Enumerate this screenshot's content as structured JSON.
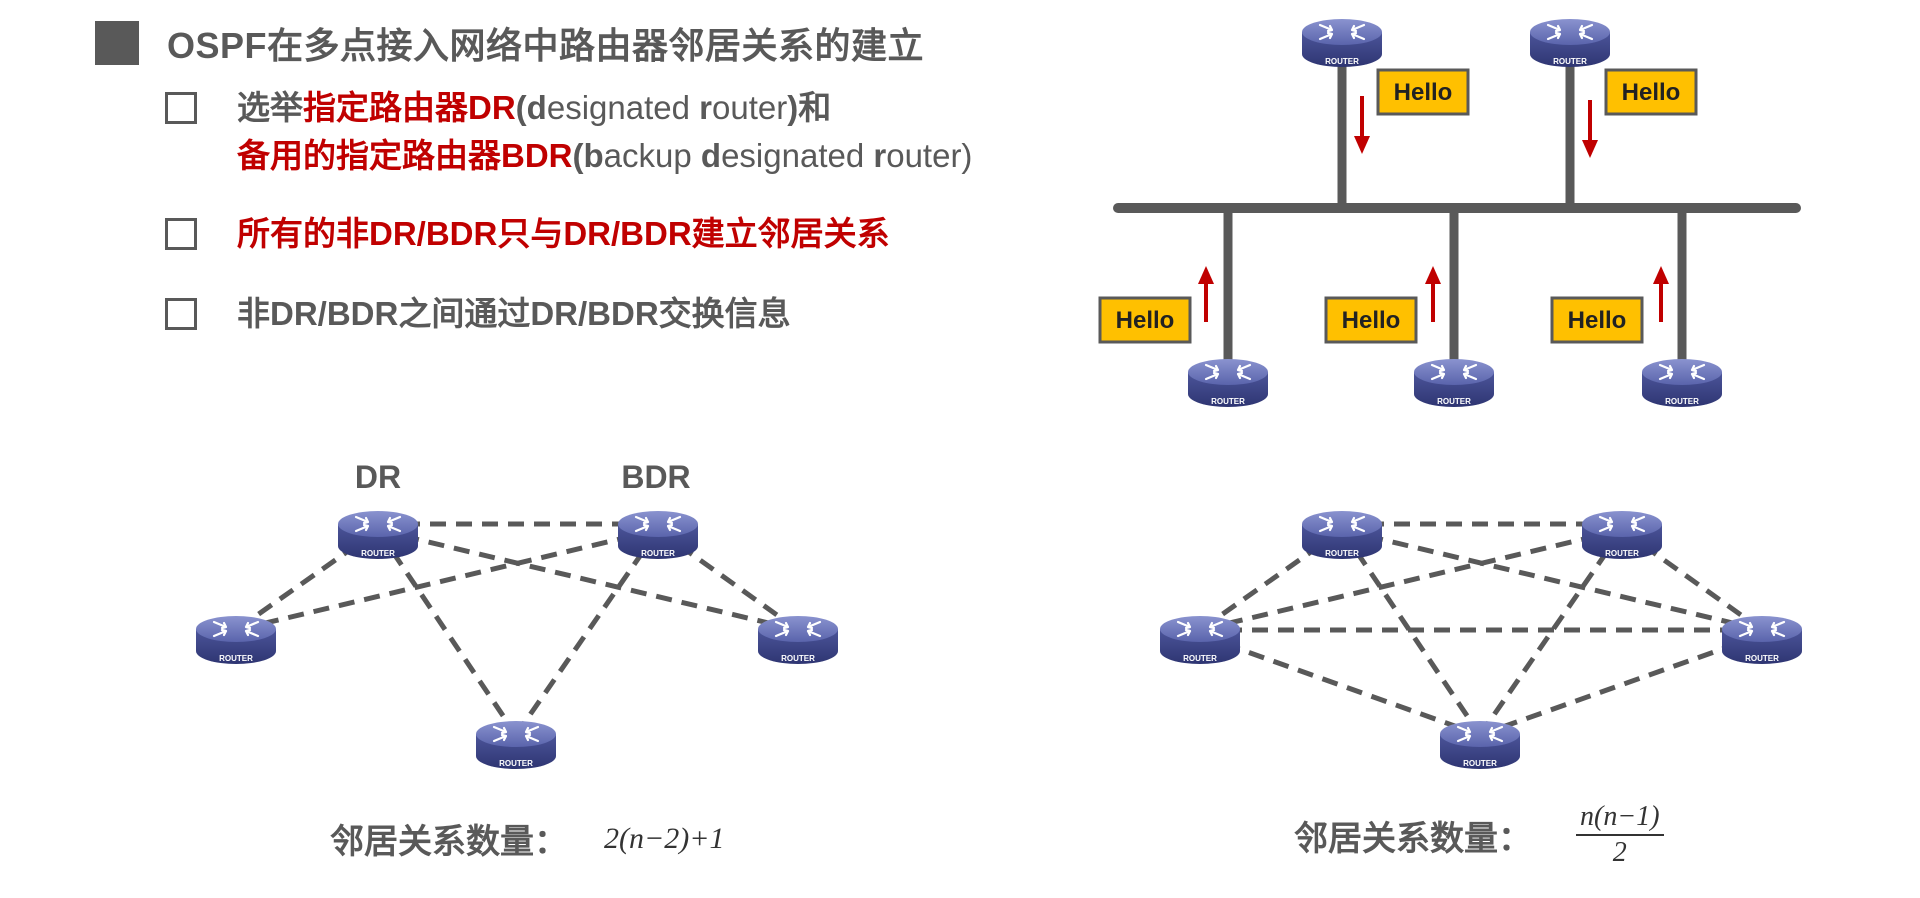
{
  "title": "OSPF在多点接入网络中路由器邻居关系的建立",
  "bullets": [
    {
      "line1": {
        "p1": "选举",
        "p2": "指定路由器DR",
        "p3": "(",
        "p4": "d",
        "p5": "esignated ",
        "p6": "r",
        "p7": "outer",
        "p8": ")和"
      },
      "line2": {
        "p1": "备用的指定路由器BDR",
        "p2": "(",
        "p3": "b",
        "p4": "ackup ",
        "p5": "d",
        "p6": "esignated ",
        "p7": "r",
        "p8": "outer)"
      }
    },
    {
      "text": "所有的非DR/BDR只与DR/BDR建立邻居关系"
    },
    {
      "text": "非DR/BDR之间通过DR/BDR交换信息"
    }
  ],
  "router_label": "ROUTER",
  "hello_label": "Hello",
  "dr_label": "DR",
  "bdr_label": "BDR",
  "formula_left": {
    "label": "邻居关系数量：",
    "expr": "2(n−2)+1"
  },
  "formula_right": {
    "label": "邻居关系数量：",
    "numerator": "n(n−1)",
    "denominator": "2"
  },
  "colors": {
    "text_gray": "#595959",
    "accent_red": "#c00000",
    "hello_fill": "#ffc000",
    "router_blue": "#5a64ac",
    "bus_gray": "#595959"
  }
}
